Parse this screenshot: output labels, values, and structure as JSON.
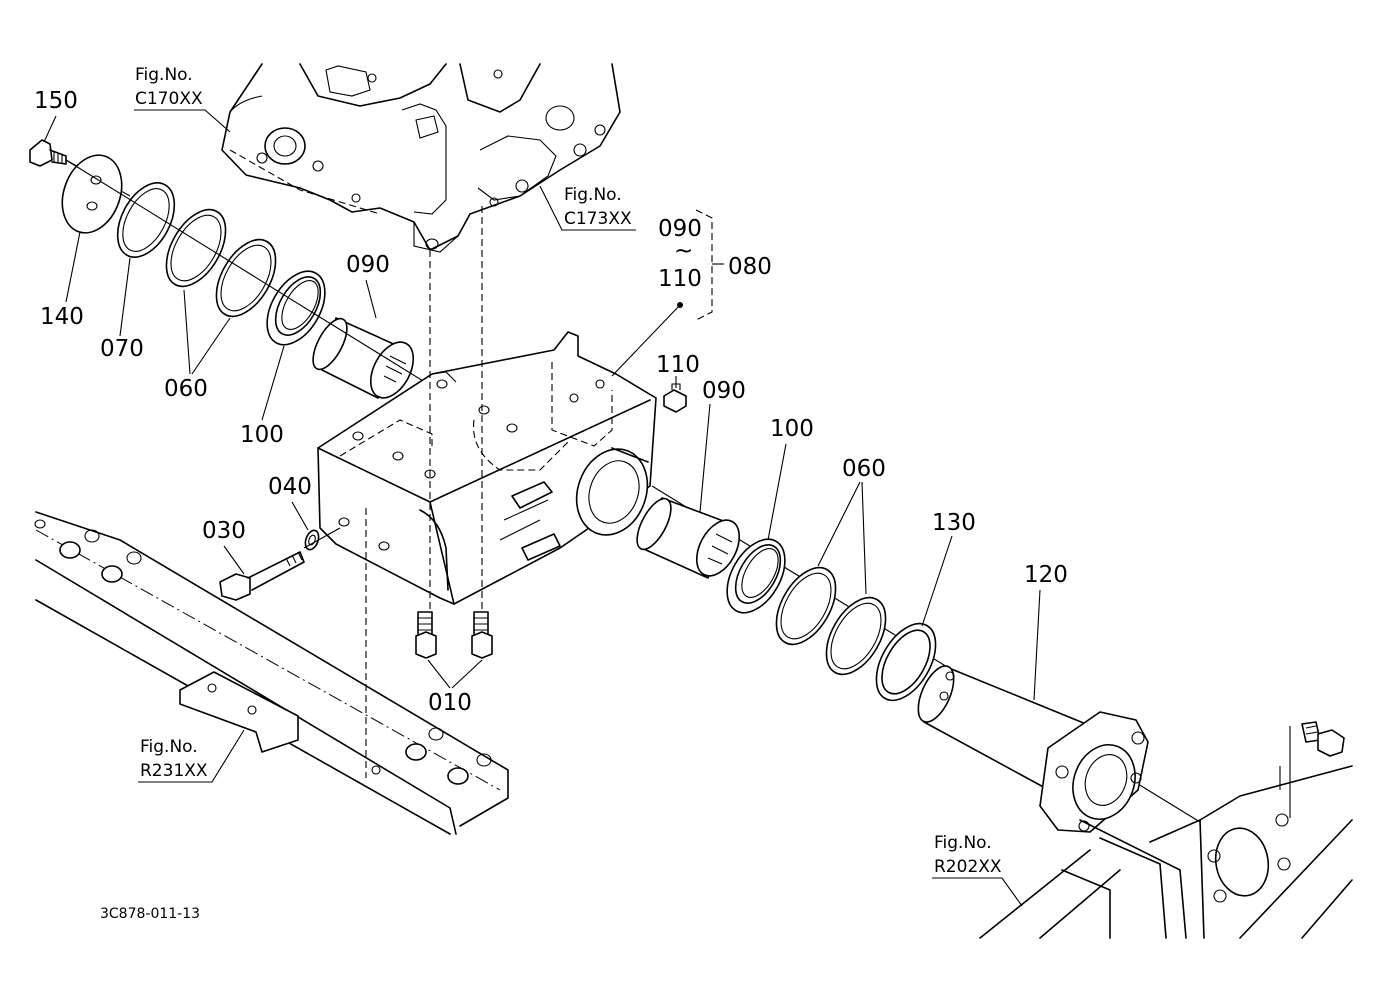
{
  "diagram": {
    "document_code": "3C878-011-13",
    "figure_refs": [
      {
        "id": "c170",
        "line1": "Fig.No.",
        "line2": "C170XX"
      },
      {
        "id": "c173",
        "line1": "Fig.No.",
        "line2": "C173XX"
      },
      {
        "id": "r231",
        "line1": "Fig.No.",
        "line2": "R231XX"
      },
      {
        "id": "r202",
        "line1": "Fig.No.",
        "line2": "R202XX"
      }
    ],
    "group": {
      "from": "090",
      "tilde": "~",
      "to": "110",
      "assembly": "080"
    },
    "parts": {
      "p150": "150",
      "p140": "140",
      "p070": "070",
      "p060a": "060",
      "p100a": "100",
      "p090a": "090",
      "p110": "110",
      "p090b": "090",
      "p100b": "100",
      "p060b": "060",
      "p130": "130",
      "p120": "120",
      "p040": "040",
      "p030": "030",
      "p010": "010"
    }
  }
}
